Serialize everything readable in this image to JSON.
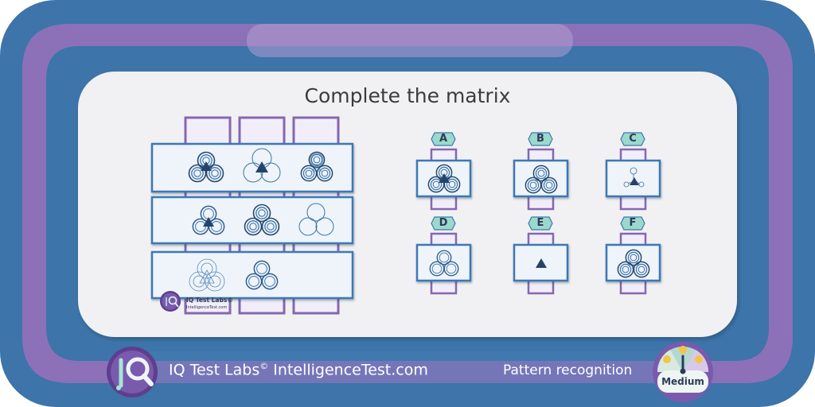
{
  "puzzle": {
    "title": "Complete the matrix",
    "option_labels": [
      "A",
      "B",
      "C",
      "D",
      "E",
      "F"
    ]
  },
  "footer": {
    "brand": "IQ Test Labs",
    "copyright_symbol": "©",
    "site": "IntelligenceTest.com",
    "category": "Pattern recognition",
    "difficulty": "Medium"
  },
  "mini_logo": {
    "brand": "IQ Test Labs©",
    "site": "IntelligenceTest.com"
  },
  "icons": {
    "logo": "magnifier-iq-icon",
    "gauge": "difficulty-gauge-icon"
  },
  "colors": {
    "frame_blue": "#3d74aa",
    "frame_purple": "#8c71b8",
    "panel": "#f1f1f3",
    "cell_fill": "#eef4f9",
    "cell_stroke": "#3c78b4",
    "column_purple": "#8567b1",
    "badge_teal": "#9bd9cb"
  }
}
